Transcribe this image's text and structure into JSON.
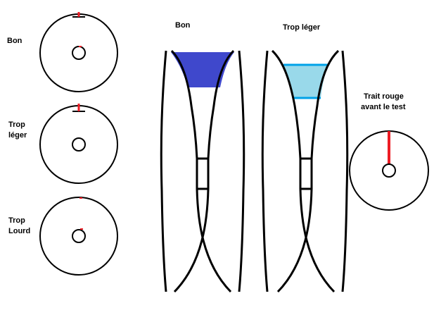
{
  "labels": {
    "good": "Bon",
    "too_light_line1": "Trop",
    "too_light_line2": "léger",
    "too_heavy_line1": "Trop",
    "too_heavy_line2": "Lourd",
    "profile_good": "Bon",
    "profile_too_light": "Trop léger",
    "red_line_line1": "Trait rouge",
    "red_line_line2": "avant le test"
  },
  "colors": {
    "outline": "#000000",
    "red_mark": "#ed1c24",
    "fill_good": "#3f48cc",
    "fill_too_light": "#99d9ea",
    "edge_too_light": "#00a2e8"
  }
}
